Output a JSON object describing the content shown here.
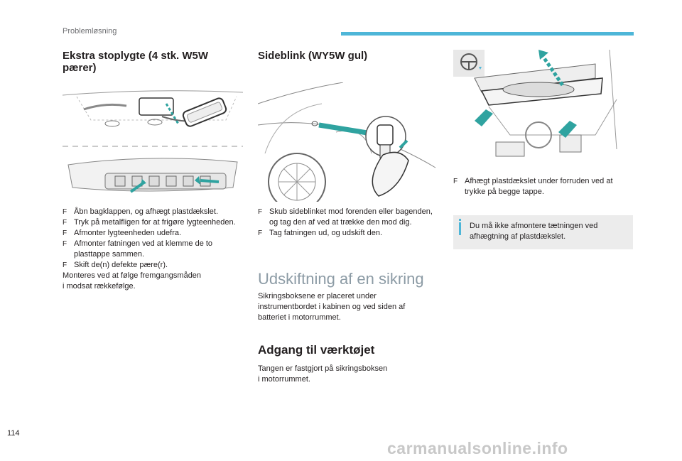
{
  "header": {
    "section": "Problemløsning"
  },
  "col1": {
    "title": "Ekstra stoplygte (4 stk. W5W\npærer)",
    "title_line1": "Ekstra stoplygte (4 stk. W5W",
    "title_line2": "pærer)",
    "steps": [
      "Åbn bagklappen, og afhægt plastdækslet.",
      "Tryk på metalfligen for at frigøre lygteenheden.",
      "Afmonter lygteenheden udefra.",
      "Afmonter fatningen ved at klemme de to plasttappe sammen.",
      "Skift de(n) defekte pære(r)."
    ],
    "footer_line1": "Monteres ved at følge fremgangsmåden",
    "footer_line2": "i modsat rækkefølge."
  },
  "col2": {
    "title": "Sideblink (WY5W gul)",
    "steps": [
      "Skub sideblinket mod forenden eller bagenden, og tag den af ved at trække den mod dig.",
      "Tag fatningen ud, og udskift den."
    ],
    "section2_title": "Udskiftning af en sikring",
    "section2_line1": "Sikringsboksene er placeret under",
    "section2_line2": "instrumentbordet i kabinen og ved siden af",
    "section2_line3": "batteriet i motorrummet.",
    "section3_title": "Adgang til værktøjet",
    "section3_line1": "Tangen er fastgjort på sikringsboksen",
    "section3_line2": "i motorrummet."
  },
  "col3": {
    "steps": [
      "Afhægt plastdækslet under forruden ved at trykke på begge tappe."
    ],
    "note": "Du må ikke afmontere tætningen ved afhægtning af plastdækslet."
  },
  "bullet_glyph": "F",
  "page_number": "114",
  "watermark": "carmanualsonline.info",
  "colors": {
    "accent": "#4eb6d8",
    "heading_grey": "#8c9ba5",
    "note_bg": "#ececec",
    "arrow": "#2fa3a0"
  }
}
